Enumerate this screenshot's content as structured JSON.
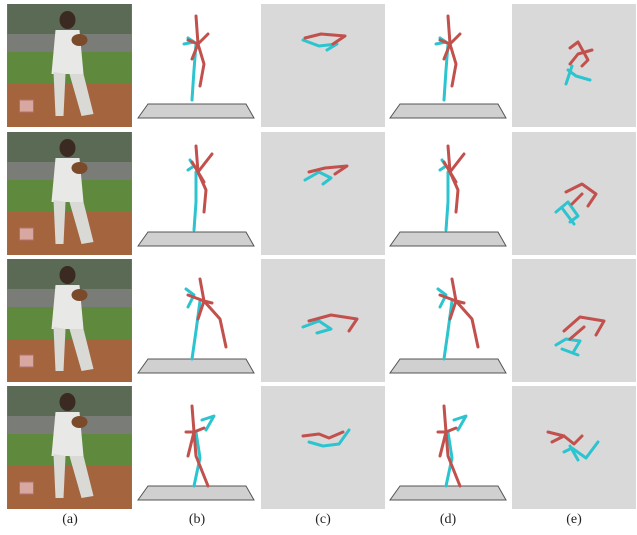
{
  "labels": [
    "(a)",
    "(b)",
    "(c)",
    "(d)",
    "(e)"
  ],
  "colors": {
    "red": "#c2504c",
    "cyan": "#2cc4cf",
    "gray_bg": "#d9d9d9",
    "floor": "#d0d0d0"
  },
  "rows": 4
}
